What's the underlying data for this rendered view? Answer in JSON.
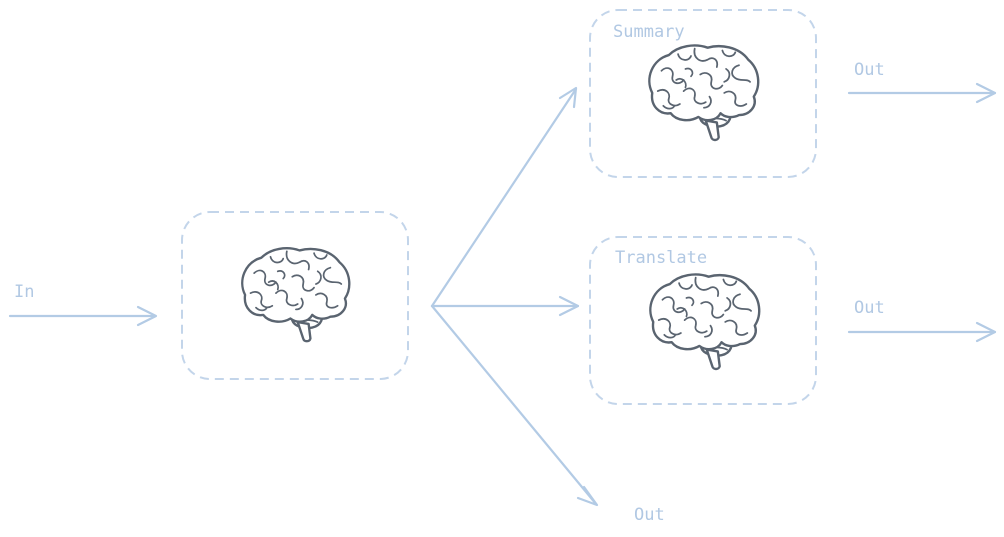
{
  "diagram": {
    "input_label": "In",
    "nodes": [
      {
        "id": "router",
        "label": "",
        "icon": "brain-icon"
      },
      {
        "id": "summary",
        "label": "Summary",
        "icon": "brain-icon"
      },
      {
        "id": "translate",
        "label": "Translate",
        "icon": "brain-icon"
      }
    ],
    "outputs": [
      {
        "label": "Out"
      },
      {
        "label": "Out"
      },
      {
        "label": "Out"
      }
    ],
    "colors": {
      "edge": "#b3cbe5",
      "box_border": "#c3d5ea",
      "label": "#b1c8e3",
      "brain_outline": "#5a6470"
    }
  }
}
